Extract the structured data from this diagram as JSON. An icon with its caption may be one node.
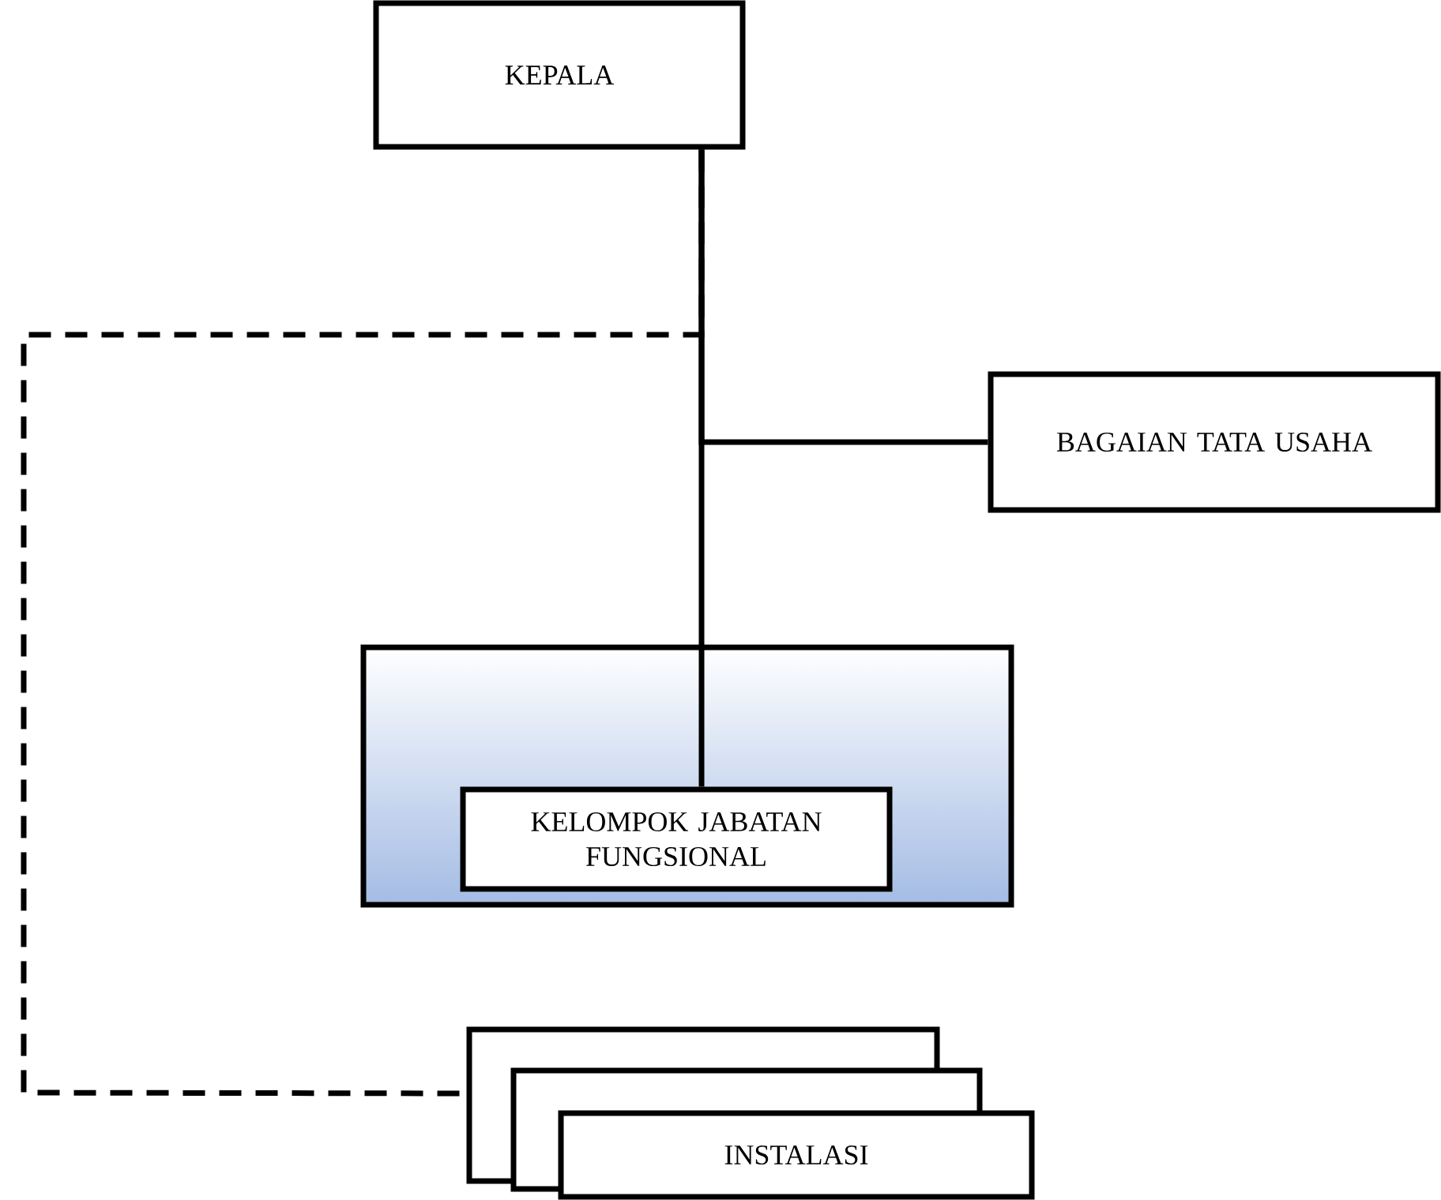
{
  "diagram": {
    "nodes": [
      {
        "text": [
          "KEPALA"
        ]
      },
      {
        "text": [
          "BAGAIAN TATA USAHA"
        ]
      },
      {
        "text": [],
        "shape": "box"
      },
      {
        "text": [
          "KELOMPOK JABATAN FUNGSIONAL"
        ],
        "in": 2
      },
      {
        "text": [
          "INSTALASI"
        ]
      }
    ],
    "edges": [
      {
        "from": 0,
        "to": 3,
        "arrow": "none"
      },
      {
        "from": 0,
        "to": 1,
        "arrow": "none"
      },
      {
        "from": 0,
        "to": 4,
        "arrow": "none",
        "style": "dashed"
      }
    ]
  }
}
